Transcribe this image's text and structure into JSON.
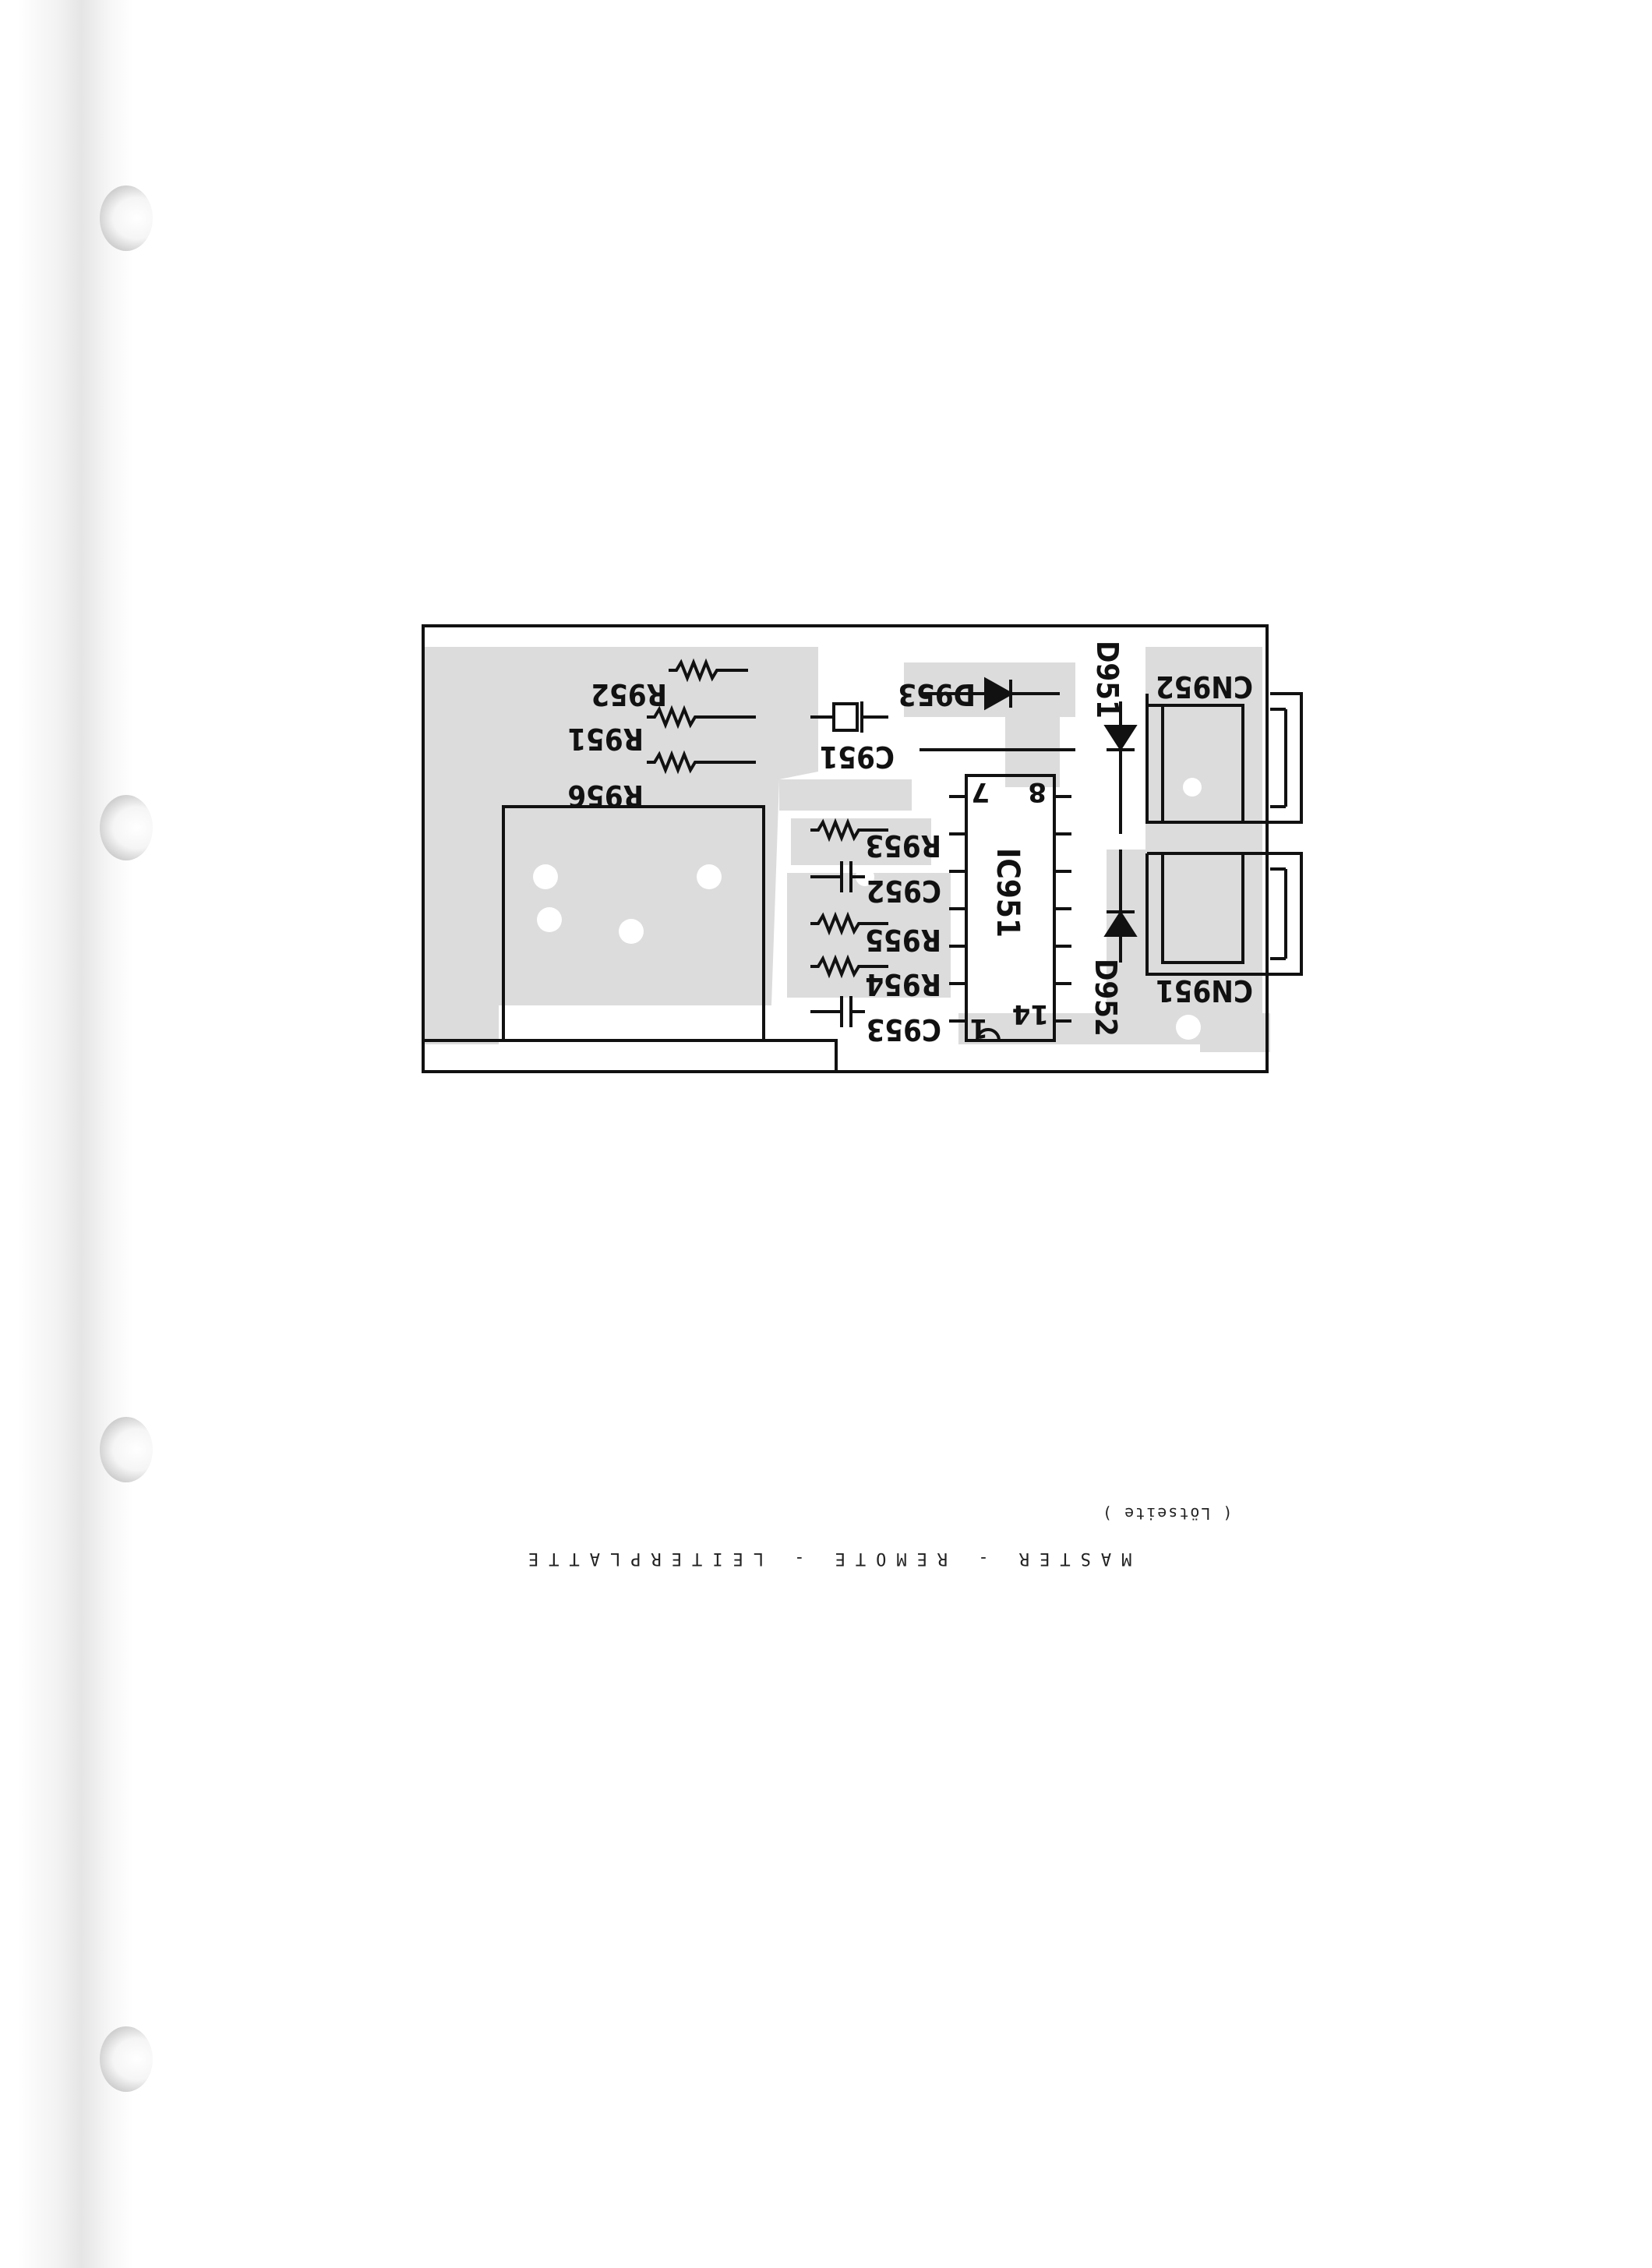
{
  "document": {
    "title": "MASTER - REMOTE - LEITERPLATTE",
    "subtitle": "( Lötseite )"
  },
  "board": {
    "components": {
      "cn952": "CN952",
      "cn951": "CN951",
      "d951": "D951",
      "d952": "D952",
      "d953": "D953",
      "r952": "R952",
      "r951": "R951",
      "r956": "R956",
      "c951": "C951",
      "r953": "R953",
      "c952": "C952",
      "r955": "R955",
      "r954": "R954",
      "c953": "C953",
      "ic951": "IC951"
    },
    "ic_pins": {
      "pin8": "8",
      "pin7": "7",
      "pin14": "14",
      "pin1": "1"
    }
  }
}
